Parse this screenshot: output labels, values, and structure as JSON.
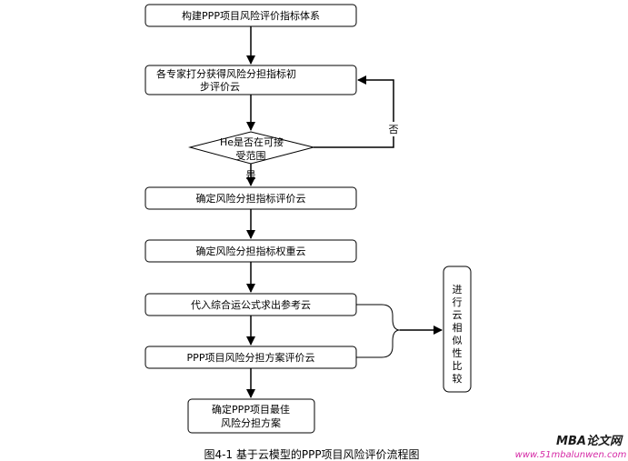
{
  "flowchart": {
    "step1": "构建PPP项目风险评价指标体系",
    "step2_line1": "各专家打分获得风险分担指标初",
    "step2_line2": "步评价云",
    "decision_line1": "He是否在可接",
    "decision_line2": "受范围",
    "no_label": "否",
    "yes_label": "是",
    "step3": "确定风险分担指标评价云",
    "step4": "确定风险分担指标权重云",
    "step5": "代入综合运公式求出参考云",
    "step6": "PPP项目风险分担方案评价云",
    "step7_line1": "确定PPP项目最佳",
    "step7_line2": "风险分担方案",
    "side_chars": [
      "进",
      "行",
      "云",
      "相",
      "似",
      "性",
      "比",
      "较"
    ]
  },
  "caption": "图4-1 基于云模型的PPP项目风险评价流程图",
  "watermark": {
    "brand": "MBA论文网",
    "url": "www.51mbalunwen.com",
    "url_color": "#d62aa6"
  }
}
